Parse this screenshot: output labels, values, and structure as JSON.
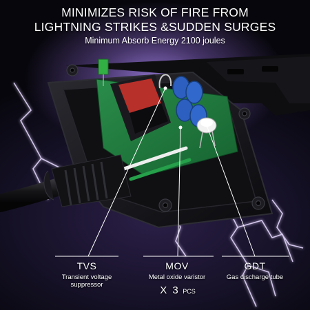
{
  "headline": {
    "line1": "MINIMIZES RISK OF FIRE FROM",
    "line2": "LIGHTNING STRIKES &SUDDEN SURGES"
  },
  "subheadline": "Minimum Absorb Energy 2100 joules",
  "components": [
    {
      "name": "TVS",
      "description": "Transient voltage suppressor"
    },
    {
      "name": "MOV",
      "description": "Metal oxide varistor"
    },
    {
      "name": "GDT",
      "description": "Gas discharge tube"
    }
  ],
  "quantity": {
    "count": "X 3",
    "unit": "PCS"
  },
  "colors": {
    "background": "#141024",
    "lightning": "#d9c8ff",
    "pcb": "#1f7a3a",
    "mov": "#2c5fc0",
    "switch": "#b8302a",
    "housing": "#111114"
  }
}
